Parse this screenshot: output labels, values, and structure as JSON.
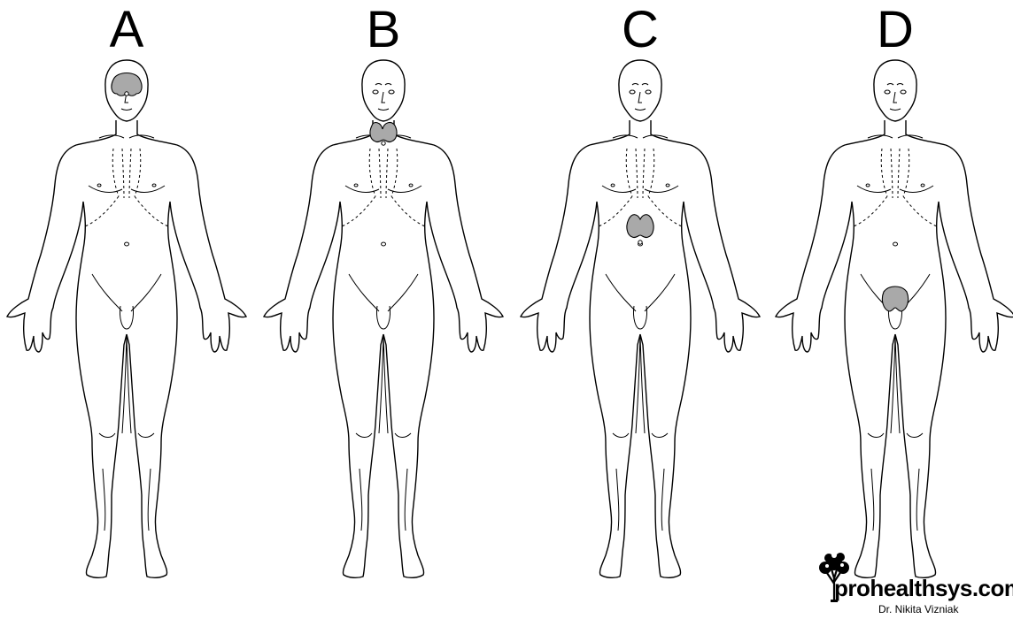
{
  "panels": [
    {
      "label": "A",
      "highlight": "brain"
    },
    {
      "label": "B",
      "highlight": "neck"
    },
    {
      "label": "C",
      "highlight": "abdomen"
    },
    {
      "label": "D",
      "highlight": "pelvis"
    }
  ],
  "highlight_color": "#a9a9a9",
  "brand": {
    "name": "prohealthsys.com",
    "author": "Dr. Nikita Vizniak",
    "icon": "tree-icon"
  }
}
